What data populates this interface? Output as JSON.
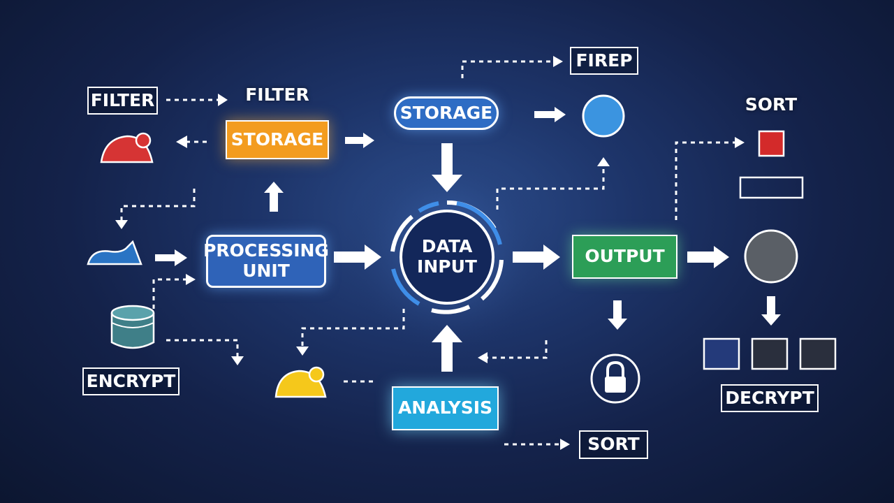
{
  "labels": {
    "filter_box": "FILTER",
    "filter_text": "FILTER",
    "storage_orange": "STORAGE",
    "storage_pill": "STORAGE",
    "firep": "FIREP",
    "sort_top": "SORT",
    "processing_unit_line1": "PROCESSING",
    "processing_unit_line2": "UNIT",
    "data_input_line1": "DATA",
    "data_input_line2": "INPUT",
    "output": "OUTPUT",
    "encrypt": "ENCRYPT",
    "analysis": "ANALYSIS",
    "decrypt": "DECRYPT",
    "sort_bottom": "SORT"
  },
  "colors": {
    "background": "#14224a",
    "storage_orange": "#f39c1f",
    "storage_pill": "#2e6cc4",
    "processing_unit": "#2f63b8",
    "output": "#2c9e57",
    "analysis": "#22a8dc",
    "blue_circle": "#3b94e0",
    "gray_circle": "#5a5f66",
    "red_square": "#d32a2a",
    "red_shape": "#d63434",
    "yellow_shape": "#f5c81b",
    "teal_cylinder": "#3f7f88",
    "blue_shape": "#2a74c4"
  },
  "icons": {
    "lock": "lock-icon",
    "cylinder": "database-icon"
  }
}
